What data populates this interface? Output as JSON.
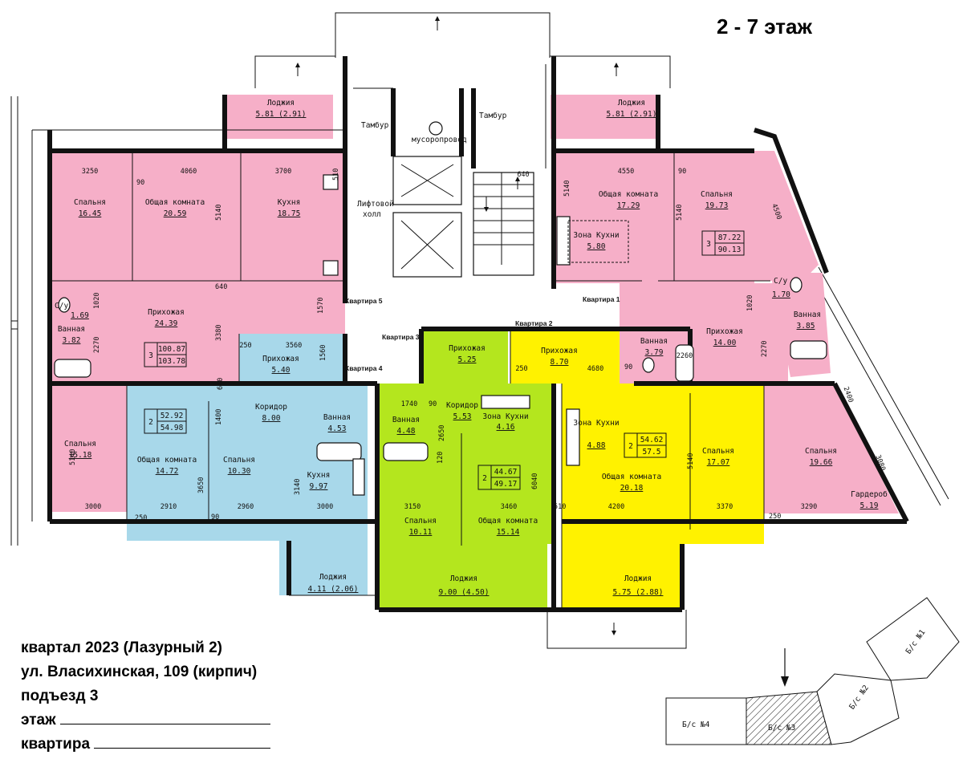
{
  "floor_title": "2 - 7 этаж",
  "info": {
    "line1": "квартал 2023 (Лазурный 2)",
    "line2": "ул. Власихинская, 109 (кирпич)",
    "line3": "подъезд 3",
    "floor_label": "этаж",
    "apartment_label": "квартира"
  },
  "colors": {
    "pink": "#f6afc8",
    "blue": "#a8d8ea",
    "green": "#b4e61e",
    "yellow": "#fff200"
  },
  "core": {
    "tambur_left": "Тамбур",
    "tambur_right": "Тамбур",
    "chute": "мусоропровод",
    "lift_hall_1": "Лифтовой",
    "lift_hall_2": "холл"
  },
  "apartment_labels": {
    "q1": "Квартира 1",
    "q2": "Квартира 2",
    "q3": "Квартира 3",
    "q4": "Квартира 4",
    "q5": "Квартира 5"
  },
  "apartment_5": {
    "rooms": "3",
    "living_area": "100.87",
    "total_area": "103.78",
    "loggia": {
      "name": "Лоджия",
      "area": "5.81 (2.91)"
    },
    "bedroom1": {
      "name": "Спальня",
      "area": "16.45"
    },
    "living": {
      "name": "Общая комната",
      "area": "20.59"
    },
    "kitchen": {
      "name": "Кухня",
      "area": "18.75"
    },
    "toilet": {
      "name": "С/у",
      "area": "1.69"
    },
    "bath": {
      "name": "Ванная",
      "area": "3.82"
    },
    "hall": {
      "name": "Прихожая",
      "area": "24.39"
    },
    "bedroom2": {
      "name": "Спальня",
      "area": "15.18"
    },
    "dims": {
      "d1": "3250",
      "d2": "4060",
      "d3": "3700",
      "d4": "5140",
      "d5": "640",
      "d6": "3380",
      "d7": "1570",
      "d8": "1020",
      "d9": "2270",
      "d10": "3000",
      "d11": "5140",
      "d12": "90",
      "d13": "510",
      "d14": "250"
    }
  },
  "apartment_4": {
    "rooms": "2",
    "living_area": "52.92",
    "total_area": "54.98",
    "hall": {
      "name": "Прихожая",
      "area": "5.40"
    },
    "corridor": {
      "name": "Коридор",
      "area": "8.00"
    },
    "bath": {
      "name": "Ванная",
      "area": "4.53"
    },
    "living": {
      "name": "Общая комната",
      "area": "14.72"
    },
    "bedroom": {
      "name": "Спальня",
      "area": "10.30"
    },
    "kitchen": {
      "name": "Кухня",
      "area": "9.97"
    },
    "loggia": {
      "name": "Лоджия",
      "area": "4.11 (2.06)"
    },
    "dims": {
      "d1": "3560",
      "d2": "1560",
      "d3": "1400",
      "d4": "3650",
      "d5": "3140",
      "d6": "2910",
      "d7": "2960",
      "d8": "3000",
      "d9": "250",
      "d10": "640",
      "d11": "90"
    }
  },
  "apartment_3": {
    "rooms": "2",
    "living_area": "44.67",
    "total_area": "49.17",
    "hall": {
      "name": "Прихожая",
      "area": "5.25"
    },
    "bath": {
      "name": "Ванная",
      "area": "4.48"
    },
    "corridor": {
      "name": "Коридор",
      "area": "5.53"
    },
    "kitchen_zone": {
      "name": "Зона Кухни",
      "area": "4.16"
    },
    "bedroom": {
      "name": "Спальня",
      "area": "10.11"
    },
    "living": {
      "name": "Общая комната",
      "area": "15.14"
    },
    "loggia": {
      "name": "Лоджия",
      "area": "9.00 (4.50)"
    },
    "dims": {
      "d1": "1740",
      "d2": "2650",
      "d3": "6040",
      "d4": "3150",
      "d5": "3460",
      "d6": "120",
      "d7": "90",
      "d8": "510"
    }
  },
  "apartment_2": {
    "rooms": "2",
    "living_area": "54.62",
    "total_area": "57.5",
    "hall": {
      "name": "Прихожая",
      "area": "8.70"
    },
    "bath": {
      "name": "Ванная",
      "area": "3.79"
    },
    "kitchen_zone": {
      "name": "Зона Кухни",
      "area": "4.88"
    },
    "living": {
      "name": "Общая комната",
      "area": "20.18"
    },
    "bedroom": {
      "name": "Спальня",
      "area": "17.07"
    },
    "loggia": {
      "name": "Лоджия",
      "area": "5.75 (2.88)"
    },
    "dims": {
      "d1": "4680",
      "d2": "2260",
      "d3": "250",
      "d4": "5140",
      "d5": "4200",
      "d6": "3370",
      "d7": "90"
    }
  },
  "apartment_1": {
    "rooms": "3",
    "living_area": "87.22",
    "total_area": "90.13",
    "loggia": {
      "name": "Лоджия",
      "area": "5.81 (2.91)"
    },
    "living": {
      "name": "Общая комната",
      "area": "17.29"
    },
    "kitchen_zone": {
      "name": "Зона Кухни",
      "area": "5.80"
    },
    "bedroom1": {
      "name": "Спальня",
      "area": "19.73"
    },
    "toilet": {
      "name": "С/у",
      "area": "1.70"
    },
    "bath": {
      "name": "Ванная",
      "area": "3.85"
    },
    "hall": {
      "name": "Прихожая",
      "area": "14.00"
    },
    "bedroom2": {
      "name": "Спальня",
      "area": "19.66"
    },
    "wardrobe": {
      "name": "Гардероб",
      "area": "5.19"
    },
    "dims": {
      "d1": "640",
      "d2": "4550",
      "d3": "5140",
      "d4": "5140",
      "d5": "4500",
      "d6": "1020",
      "d7": "2270",
      "d8": "2400",
      "d9": "3290",
      "d10": "3080",
      "d11": "250",
      "d12": "90"
    }
  },
  "keyplan": {
    "s1": "Б/с №1",
    "s2": "Б/с №2",
    "s3": "Б/с №3",
    "s4": "Б/с №4"
  }
}
